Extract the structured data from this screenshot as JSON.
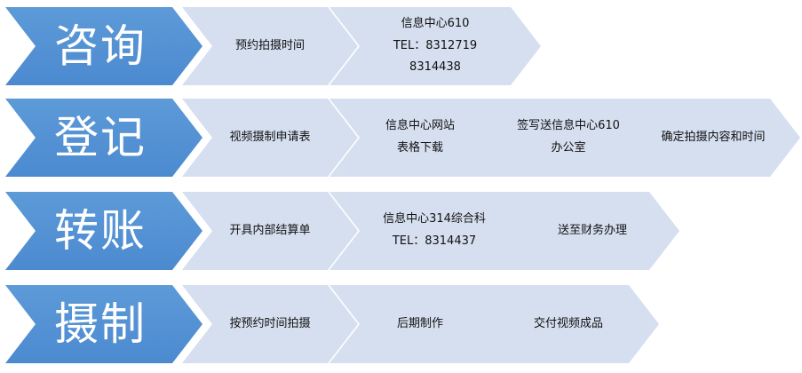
{
  "rows": [
    {
      "category": "咨询",
      "steps": [
        {
          "lines": [
            "预约拍摄时间"
          ]
        },
        {
          "lines": [
            "信息中心610",
            "TEL：8312719",
            "8314438"
          ]
        }
      ]
    },
    {
      "category": "登记",
      "steps": [
        {
          "lines": [
            "视频摄制申请表"
          ]
        },
        {
          "lines": [
            "信息中心网站",
            "表格下载"
          ]
        },
        {
          "lines": [
            "签写送信息中心610",
            "办公室"
          ]
        },
        {
          "lines": [
            "确定拍摄内容和时间"
          ]
        }
      ]
    },
    {
      "category": "转账",
      "steps": [
        {
          "lines": [
            "开具内部结算单"
          ]
        },
        {
          "lines": [
            "信息中心314综合科",
            "TEL：8314437"
          ]
        },
        {
          "lines": [
            "送至财务办理"
          ]
        }
      ]
    },
    {
      "category": "摄制",
      "steps": [
        {
          "lines": [
            "按预约时间拍摄"
          ]
        },
        {
          "lines": [
            "后期制作"
          ]
        },
        {
          "lines": [
            "交付视频成品"
          ]
        }
      ]
    }
  ],
  "colors": {
    "category_fill": "#5b97d6",
    "step_fill": "#d6dff0",
    "category_text": "#ffffff",
    "step_text": "#111111"
  }
}
